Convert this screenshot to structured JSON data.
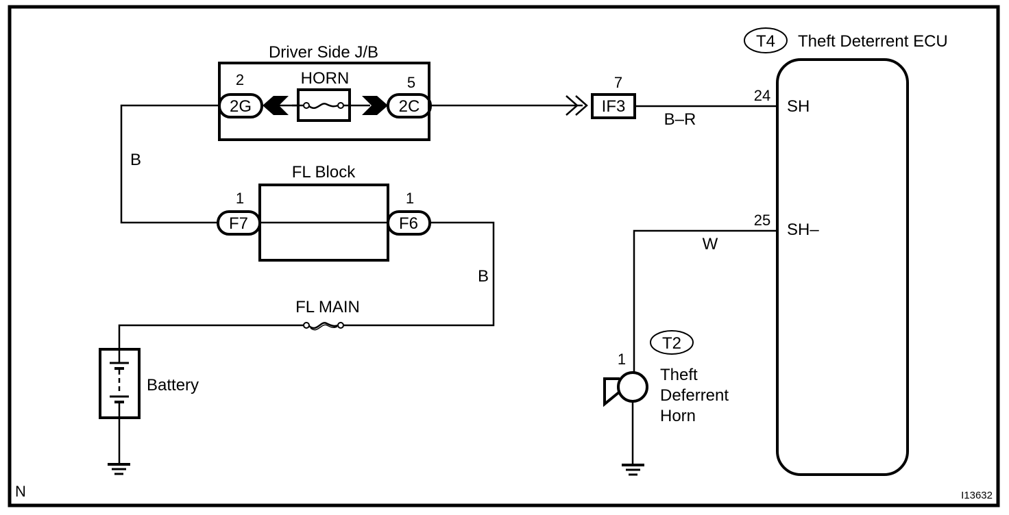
{
  "diagram": {
    "type": "wiring-diagram",
    "corner_label": "N",
    "figure_id": "I13632",
    "components": {
      "jb": {
        "title": "Driver Side J/B",
        "fuse_label": "HORN",
        "conn_left": {
          "id": "2G",
          "pin": "2"
        },
        "conn_right": {
          "id": "2C",
          "pin": "5"
        }
      },
      "inline_connector": {
        "id": "IF3",
        "pin": "7"
      },
      "ecu": {
        "code": "T4",
        "title": "Theft Deterrent ECU",
        "terminals": [
          {
            "pin": "24",
            "name": "SH"
          },
          {
            "pin": "25",
            "name": "SH–"
          }
        ]
      },
      "fl_block": {
        "title": "FL Block",
        "conn_left": {
          "id": "F7",
          "pin": "1"
        },
        "conn_right": {
          "id": "F6",
          "pin": "1"
        }
      },
      "fl_main": {
        "label": "FL MAIN"
      },
      "battery": {
        "label": "Battery"
      },
      "horn": {
        "code": "T2",
        "label_lines": [
          "Theft",
          "Deferrent",
          "Horn"
        ],
        "pin": "1"
      }
    },
    "wires": [
      {
        "from": "2C",
        "to": "ECU SH",
        "color_code": "B–R"
      },
      {
        "from": "ECU SH–",
        "to": "Horn",
        "color_code": "W"
      },
      {
        "from": "2G",
        "to": "F7",
        "color_code": "B"
      },
      {
        "from": "F6",
        "to": "FL MAIN",
        "color_code": "B"
      }
    ]
  }
}
